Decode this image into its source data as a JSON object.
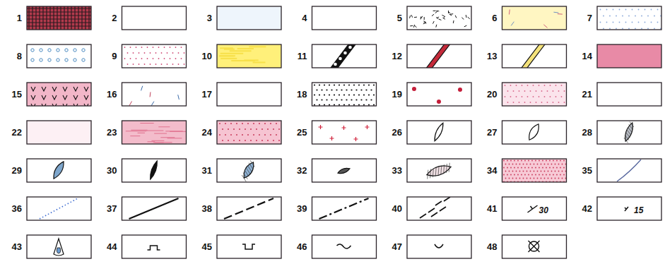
{
  "diagram": {
    "labels": [
      "1",
      "2",
      "3",
      "4",
      "5",
      "6",
      "7",
      "8",
      "9",
      "10",
      "11",
      "12",
      "13",
      "14",
      "15",
      "16",
      "17",
      "18",
      "19",
      "20",
      "21",
      "22",
      "23",
      "24",
      "25",
      "26",
      "27",
      "28",
      "29",
      "30",
      "31",
      "32",
      "33",
      "34",
      "35",
      "36",
      "37",
      "38",
      "39",
      "40",
      "41",
      "42",
      "43",
      "44",
      "45",
      "46",
      "47",
      "48",
      "30",
      "15"
    ]
  }
}
